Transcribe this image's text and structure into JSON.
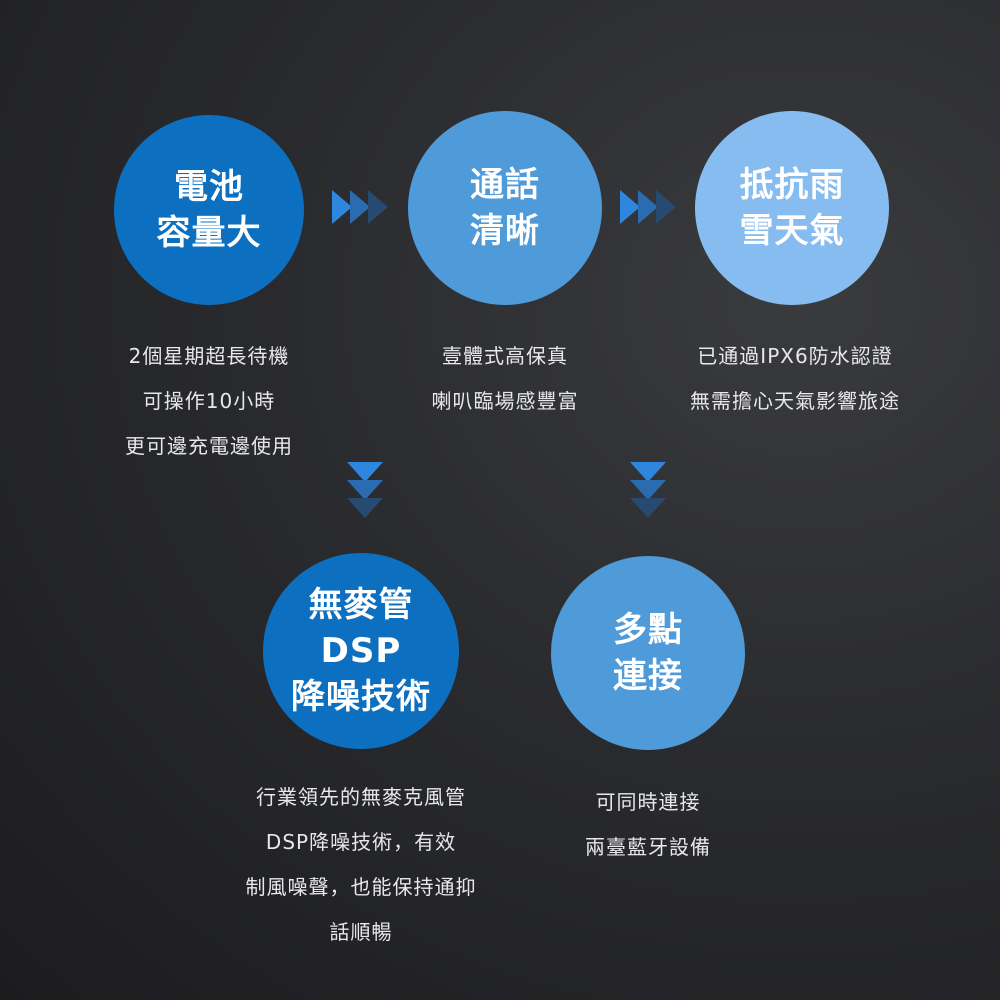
{
  "colors": {
    "deep_blue": "#0d6fbf",
    "mid_blue": "#4f9ad8",
    "light_blue": "#86bcef",
    "arrow_light": "#2e86de",
    "arrow_dark": "#264a70"
  },
  "features": [
    {
      "title_lines": [
        "電池",
        "容量大"
      ],
      "desc_lines": [
        "2個星期超長待機",
        "可操作10小時",
        "更可邊充電邊使用"
      ]
    },
    {
      "title_lines": [
        "通話",
        "清晰"
      ],
      "desc_lines": [
        "壹體式高保真",
        "喇叭臨場感豐富"
      ]
    },
    {
      "title_lines": [
        "抵抗雨",
        "雪天氣"
      ],
      "desc_lines": [
        "已通過IPX6防水認證",
        "無需擔心天氣影響旅途"
      ]
    },
    {
      "title_lines": [
        "無麥管",
        "DSP",
        "降噪技術"
      ],
      "desc_lines": [
        "行業領先的無麥克風管",
        "DSP降噪技術，有效",
        "制風噪聲，也能保持通抑",
        "話順暢"
      ]
    },
    {
      "title_lines": [
        "多點",
        "連接"
      ],
      "desc_lines": [
        "可同時連接",
        "兩臺藍牙設備"
      ]
    }
  ],
  "arrows": [
    {
      "direction": "right",
      "icon": "triple-chevron-right-icon"
    },
    {
      "direction": "right",
      "icon": "triple-chevron-right-icon"
    },
    {
      "direction": "down",
      "icon": "triple-chevron-down-icon"
    },
    {
      "direction": "down",
      "icon": "triple-chevron-down-icon"
    }
  ]
}
